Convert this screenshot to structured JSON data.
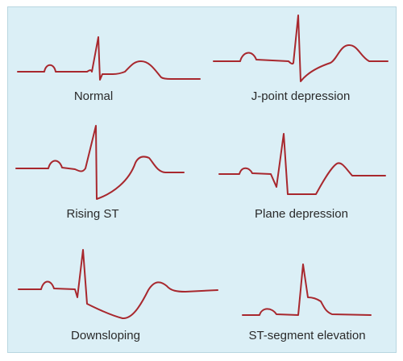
{
  "figure": {
    "stroke_color": "#a8282e",
    "background_color": "#dbeff6",
    "panels": [
      {
        "id": "normal",
        "label": "Normal"
      },
      {
        "id": "j-point-depression",
        "label": "J-point depression"
      },
      {
        "id": "rising-st",
        "label": "Rising ST"
      },
      {
        "id": "plane-depression",
        "label": "Plane depression"
      },
      {
        "id": "downsloping",
        "label": "Downsloping"
      },
      {
        "id": "st-segment-elevation",
        "label": "ST-segment elevation"
      }
    ]
  }
}
